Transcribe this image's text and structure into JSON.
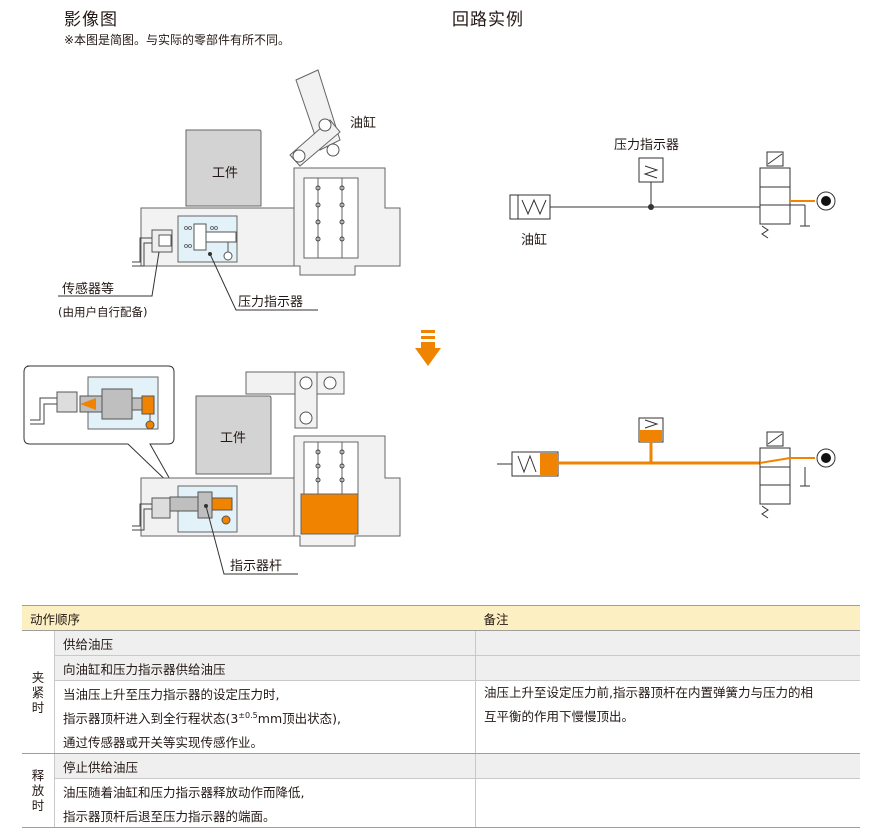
{
  "left_header": {
    "title": "影像图",
    "note": "※本图是简图。与实际的零部件有所不同。"
  },
  "right_header": {
    "title": "回路实例"
  },
  "top_image": {
    "workpiece": "工件",
    "cylinder": "油缸",
    "sensor": "传感器等",
    "sensor_note": "(由用户自行配备)",
    "pressure_indicator": "压力指示器"
  },
  "bottom_image": {
    "workpiece": "工件",
    "indicator_rod": "指示器杆"
  },
  "circuit_top": {
    "pressure_indicator": "压力指示器",
    "cylinder": "油缸"
  },
  "colors": {
    "oil": "#f08300",
    "header_bg": "#fcefc2",
    "workpiece": "#d3d3d3",
    "body_fill": "#f2f2f2",
    "indicator_fill": "#e3f1f8"
  },
  "table": {
    "head": {
      "action": "动作顺序",
      "remarks": "备注"
    },
    "clamp": {
      "label": "夹紧时",
      "label_chars": [
        "夹",
        "紧",
        "时"
      ],
      "rows": [
        "供给油压",
        "向油缸和压力指示器供给油压",
        "当油压上升至压力指示器的设定压力时,",
        "指示器顶杆进入到全行程状态(3",
        "通过传感器或开关等实现传感作业。"
      ],
      "row4_tol": "±0.5",
      "row4_tail": "mm顶出状态),",
      "remark_line1": "油压上升至设定压力前,指示器顶杆在内置弹簧力与压力的相",
      "remark_line2": "互平衡的作用下慢慢顶出。"
    },
    "release": {
      "label": "释放时",
      "label_chars": [
        "释",
        "放",
        "时"
      ],
      "rows": [
        "停止供给油压",
        "油压随着油缸和压力指示器释放动作而降低,",
        "指示器顶杆后退至压力指示器的端面。"
      ]
    }
  }
}
